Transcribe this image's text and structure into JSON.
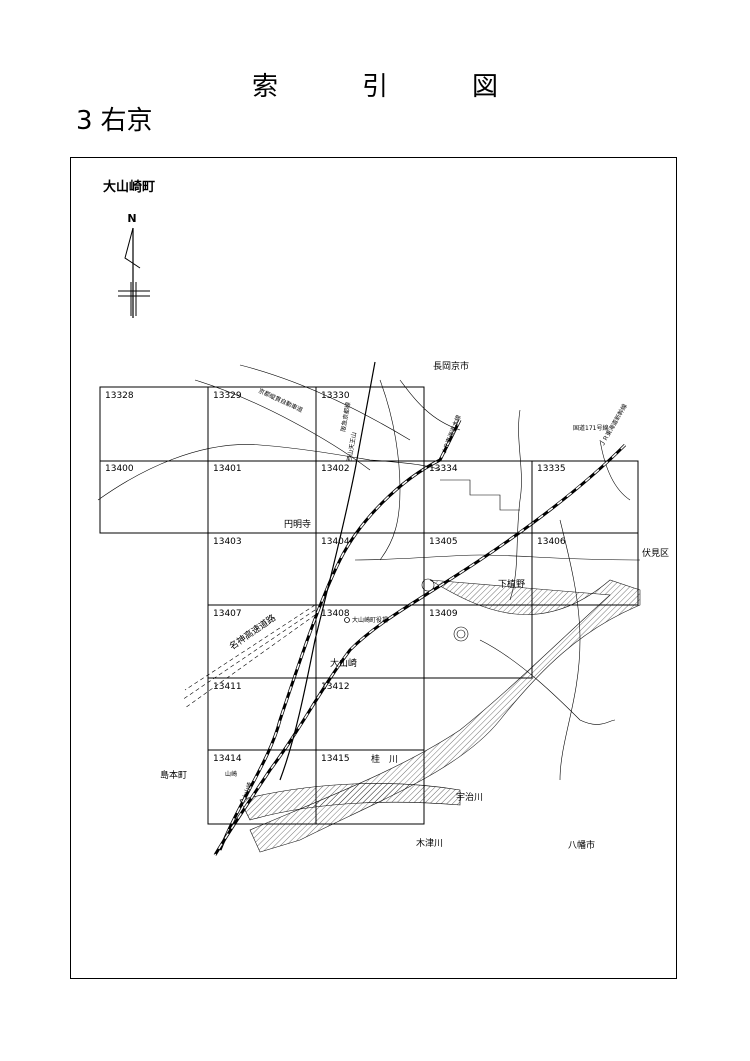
{
  "title_chars": [
    "索",
    "引",
    "図"
  ],
  "subtitle": {
    "number": "3",
    "name": "右京"
  },
  "area_name": "大山崎町",
  "north_label": "N",
  "grid_cells": [
    {
      "id": "13328"
    },
    {
      "id": "13329"
    },
    {
      "id": "13330"
    },
    {
      "id": "13400"
    },
    {
      "id": "13401"
    },
    {
      "id": "13402"
    },
    {
      "id": "13334"
    },
    {
      "id": "13335"
    },
    {
      "id": "13403"
    },
    {
      "id": "13404"
    },
    {
      "id": "13405"
    },
    {
      "id": "13406"
    },
    {
      "id": "13407"
    },
    {
      "id": "13408"
    },
    {
      "id": "13409"
    },
    {
      "id": "13411"
    },
    {
      "id": "13412"
    },
    {
      "id": "13414"
    },
    {
      "id": "13415"
    }
  ],
  "places": {
    "nagaokakyo": "長岡京市",
    "fushimi": "伏見区",
    "yawata": "八幡市",
    "shimamoto": "島本町",
    "enmyoji": "円明寺",
    "shimouemino": "下植野",
    "oyamazaki": "大山崎",
    "town_office": "大山崎町役場",
    "katsuragawa": "桂　川",
    "ujigawa": "宇治川",
    "kizugawa": "木津川",
    "jr_tokaido": "ＪＲ東海道本線",
    "jr_shinkansen": "ＪＲ東海道新幹線",
    "hankyu": "阪急京都線",
    "meishin": "名神高速道路",
    "kyoto_jukan": "京都縦貫自動車道",
    "route171": "国道171号線",
    "yamazaki_stn": "山崎",
    "oyamazaki_stn": "大山崎",
    "nishiyama_tennozan": "西山天王山"
  }
}
